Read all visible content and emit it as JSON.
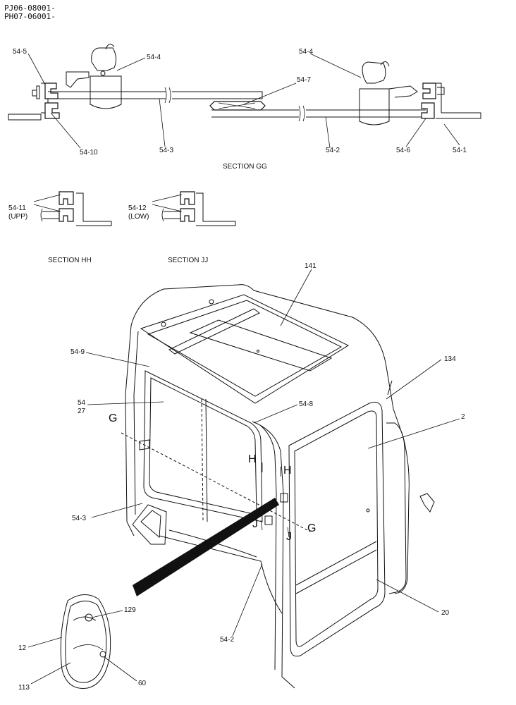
{
  "header": {
    "line1": "PJ06-08001-",
    "line2": "PH07-06001-"
  },
  "sections": {
    "gg": "SECTION GG",
    "hh": "SECTION HH",
    "jj": "SECTION JJ"
  },
  "callouts": {
    "c54_5": "54-5",
    "c54_4a": "54-4",
    "c54_4b": "54-4",
    "c54_7": "54-7",
    "c54_10": "54-10",
    "c54_3a": "54-3",
    "c54_2a": "54-2",
    "c54_6": "54-6",
    "c54_1": "54-1",
    "c54_11": "54-11",
    "upp": "(UPP)",
    "c54_12": "54-12",
    "low": "(LOW)",
    "c141": "141",
    "c54_9": "54-9",
    "c134": "134",
    "c54": "54",
    "c27": "27",
    "c54_8": "54-8",
    "c2": "2",
    "c54_3b": "54-3",
    "c20": "20",
    "c129": "129",
    "c12": "12",
    "c54_2b": "54-2",
    "c113": "113",
    "c60": "60"
  },
  "cut_marks": {
    "g1": "G",
    "g2": "G",
    "h1": "H",
    "h2": "H",
    "j1": "J",
    "j2": "J"
  }
}
